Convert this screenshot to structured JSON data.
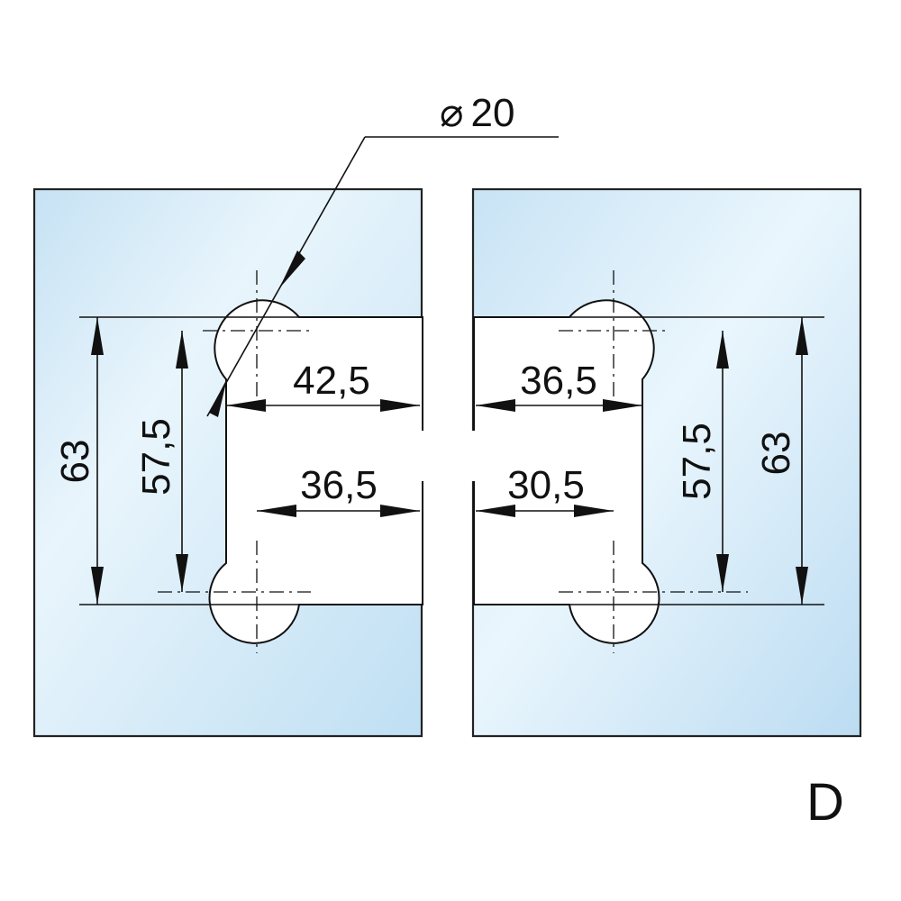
{
  "diagram": {
    "label": "D",
    "colors": {
      "glass_light": "#e7f3fb",
      "glass_dark": "#bcdcf1",
      "line": "#111111",
      "cutout": "#ffffff"
    },
    "left_panel": {
      "diameter": "20",
      "outer_height": "63",
      "inner_height": "57,5",
      "width_top": "42,5",
      "width_bottom": "36,5"
    },
    "right_panel": {
      "outer_height": "63",
      "inner_height": "57,5",
      "width_top": "36,5",
      "width_bottom": "30,5"
    }
  }
}
